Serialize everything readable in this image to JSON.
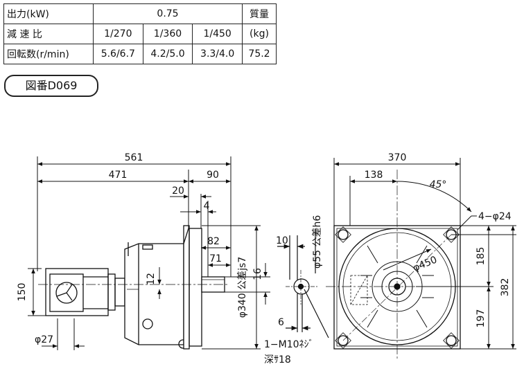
{
  "spec_table": {
    "output_label": "出力(kW)",
    "output_value": "0.75",
    "mass_label_line1": "質量",
    "mass_label_line2": "(kg)",
    "ratio_label": "減 速 比",
    "ratios": [
      "1/270",
      "1/360",
      "1/450"
    ],
    "rpm_label": "回転数(r/min)",
    "rpms": [
      "5.6/6.7",
      "4.2/5.0",
      "3.3/4.0"
    ],
    "mass_value": "75.2"
  },
  "drawing_number": "図番D069",
  "dimensions": {
    "overall_length": "561",
    "length_471": "471",
    "length_90": "90",
    "length_20": "20",
    "length_4": "4",
    "length_82": "82",
    "length_71": "71",
    "height_150": "150",
    "dim_12": "12",
    "dim_16": "16",
    "dim_10": "10",
    "dim_6": "6",
    "phi_27": "φ27",
    "phi_340": "φ340 公差js7",
    "phi_55": "φ55 公差h6",
    "tap_line1": "1−M10ﾈｼﾞ",
    "tap_line2": "深ｻ18",
    "width_370": "370",
    "width_138": "138",
    "angle_45": "45°",
    "holes": "4−φ24",
    "phi_450": "φ450",
    "height_185": "185",
    "height_197": "197",
    "height_382": "382"
  }
}
